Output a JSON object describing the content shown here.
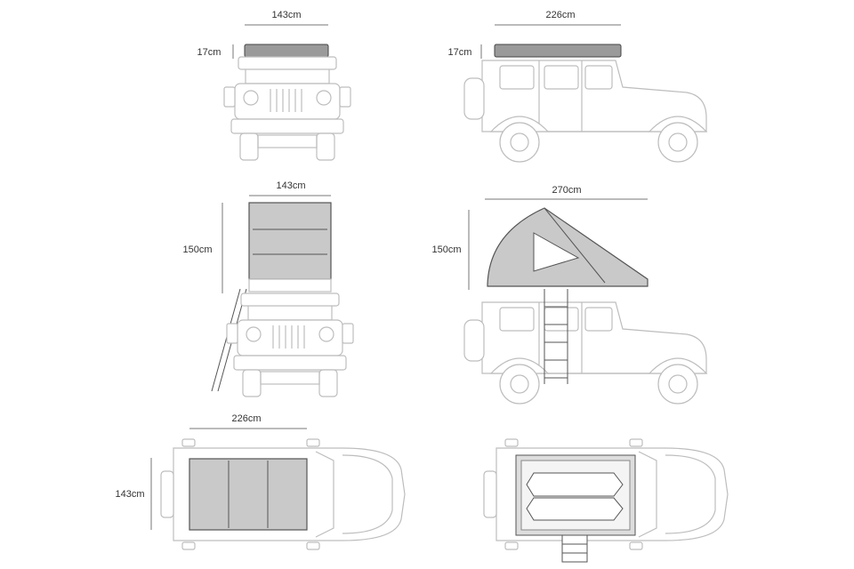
{
  "title": "Roof top tent dimensions",
  "views": {
    "closed_front": {
      "width": "143cm",
      "height": "17cm"
    },
    "closed_side": {
      "length": "226cm",
      "height": "17cm"
    },
    "open_front": {
      "width": "143cm",
      "height": "150cm"
    },
    "open_side": {
      "length": "270cm",
      "height": "150cm"
    },
    "closed_top": {
      "length": "226cm",
      "width": "143cm"
    },
    "open_top": {}
  },
  "colors": {
    "tent": "#c9c9c9",
    "vehicle_outline": "#bdbdbd",
    "text": "#333333"
  }
}
